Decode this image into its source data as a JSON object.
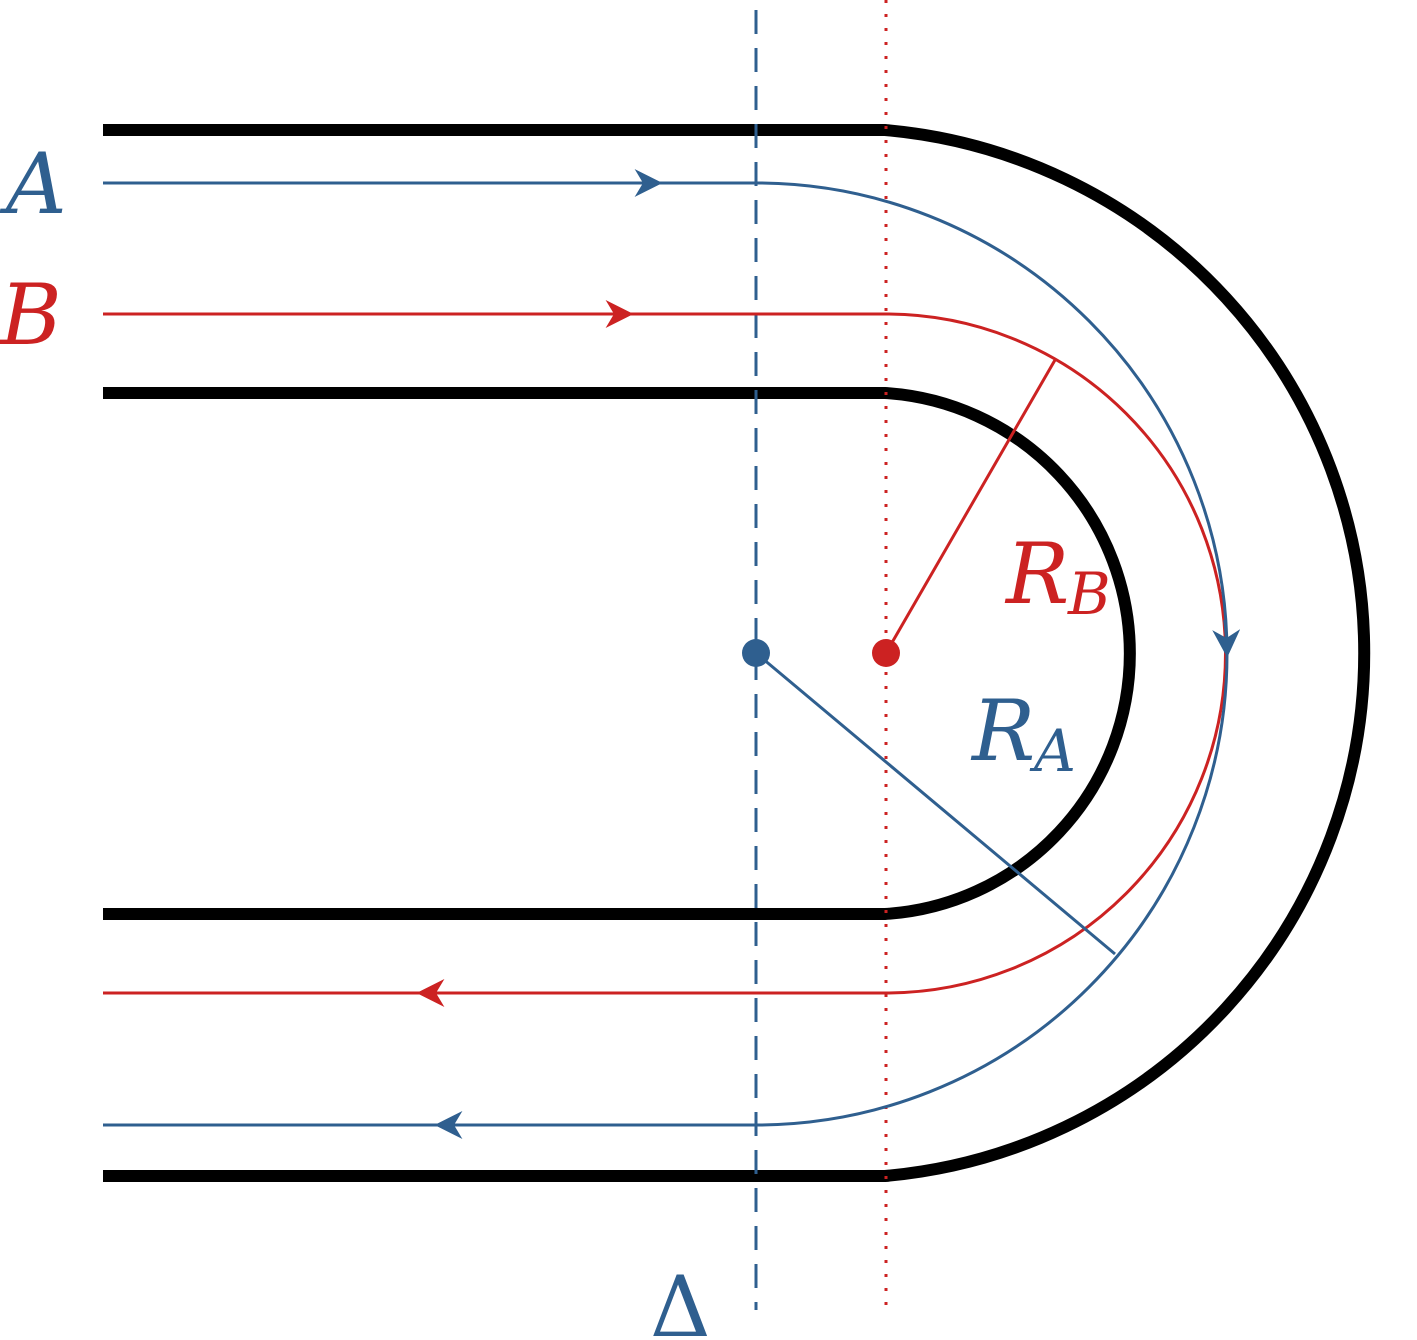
{
  "colors": {
    "track": "#000000",
    "path_a": "#2f5f8f",
    "path_b": "#cc2222"
  },
  "labels": {
    "a": "A",
    "b": "B",
    "rb_main": "R",
    "rb_sub": "B",
    "ra_main": "R",
    "ra_sub": "A",
    "delta": "Δ"
  }
}
